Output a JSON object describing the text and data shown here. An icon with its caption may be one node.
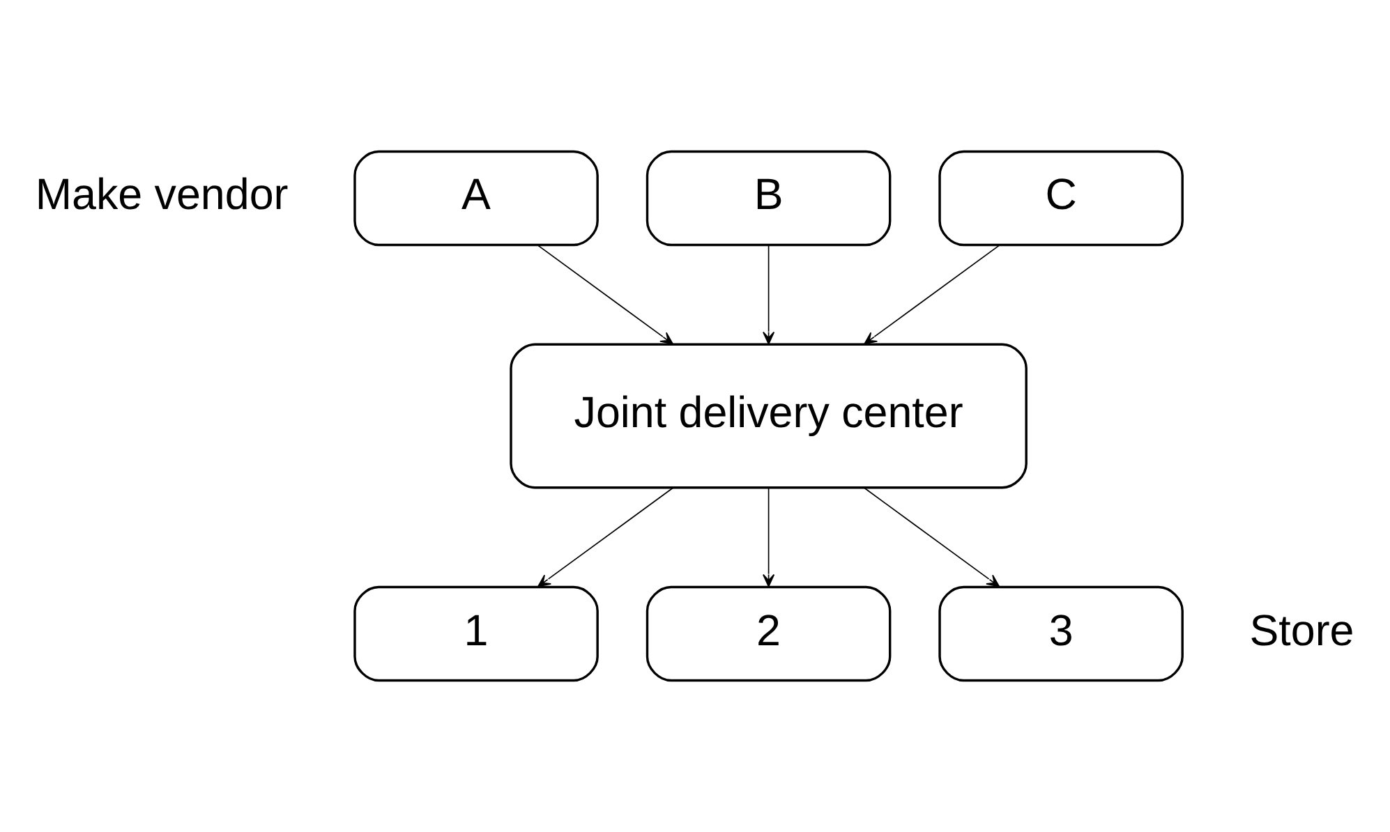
{
  "diagram": {
    "nodes": [
      {
        "text": [
          "A"
        ]
      },
      {
        "text": [
          "B"
        ]
      },
      {
        "text": [
          "C"
        ]
      },
      {
        "text": [
          "Joint delivery center"
        ]
      },
      {
        "text": [
          "1"
        ]
      },
      {
        "text": [
          "2"
        ]
      },
      {
        "text": [
          "3"
        ]
      }
    ],
    "edges": [
      {
        "from": 0,
        "to": 3,
        "arrow": "to"
      },
      {
        "from": 1,
        "to": 3,
        "arrow": "to"
      },
      {
        "from": 2,
        "to": 3,
        "arrow": "to"
      },
      {
        "from": 3,
        "to": 4,
        "arrow": "to"
      },
      {
        "from": 3,
        "to": 5,
        "arrow": "to"
      },
      {
        "from": 3,
        "to": 6,
        "arrow": "to"
      }
    ],
    "labels": [
      "Make vendor",
      "Store"
    ]
  }
}
